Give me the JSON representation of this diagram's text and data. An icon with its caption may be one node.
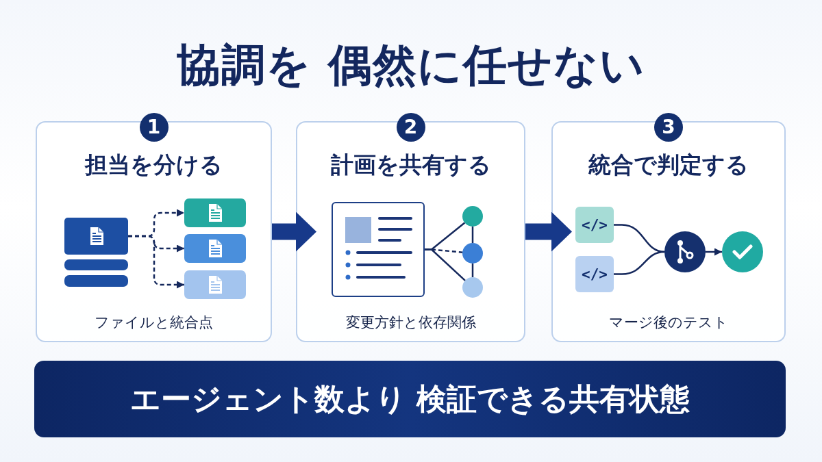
{
  "diagram": {
    "title": "協調を 偶然に任せない",
    "nodes": [
      {
        "text": [
          "1",
          "担当を分ける",
          "ファイルと統合点"
        ]
      },
      {
        "text": [
          "2",
          "計画を共有する",
          "変更方針と依存関係"
        ]
      },
      {
        "text": [
          "3",
          "統合で判定する",
          "マージ後のテスト"
        ]
      },
      {
        "text": [],
        "shape": "box",
        "in": 0
      },
      {
        "text": [],
        "shape": "box",
        "in": 0
      },
      {
        "text": [],
        "shape": "box",
        "in": 0
      },
      {
        "text": [],
        "shape": "box",
        "in": 0
      },
      {
        "text": [],
        "shape": "box",
        "in": 1
      },
      {
        "text": [],
        "shape": "circle",
        "in": 1
      },
      {
        "text": [],
        "shape": "circle",
        "in": 1
      },
      {
        "text": [],
        "shape": "circle",
        "in": 1
      },
      {
        "text": [
          "</>"
        ],
        "in": 2
      },
      {
        "text": [
          "</>"
        ],
        "in": 2
      },
      {
        "text": [],
        "shape": "circle",
        "in": 2
      },
      {
        "text": [],
        "shape": "circle",
        "in": 2
      },
      {
        "text": [
          "エージェント数より 検証できる共有状態"
        ]
      }
    ],
    "edges": [
      {
        "from": 0,
        "to": 1,
        "arrow": "to",
        "style": "thick"
      },
      {
        "from": 1,
        "to": 2,
        "arrow": "to",
        "style": "thick"
      },
      {
        "from": 3,
        "to": 4,
        "arrow": "to",
        "style": "dashed"
      },
      {
        "from": 3,
        "to": 5,
        "arrow": "to",
        "style": "dashed"
      },
      {
        "from": 3,
        "to": 6,
        "arrow": "to",
        "style": "dashed"
      },
      {
        "from": 7,
        "to": 8,
        "arrow": "none"
      },
      {
        "from": 7,
        "to": 9,
        "arrow": "none",
        "style": "dashed"
      },
      {
        "from": 7,
        "to": 10,
        "arrow": "none"
      },
      {
        "from": 8,
        "to": 9,
        "arrow": "none"
      },
      {
        "from": 9,
        "to": 10,
        "arrow": "none"
      },
      {
        "from": 11,
        "to": 13,
        "arrow": "none"
      },
      {
        "from": 12,
        "to": 13,
        "arrow": "none"
      },
      {
        "from": 13,
        "to": 14,
        "arrow": "to"
      }
    ]
  }
}
